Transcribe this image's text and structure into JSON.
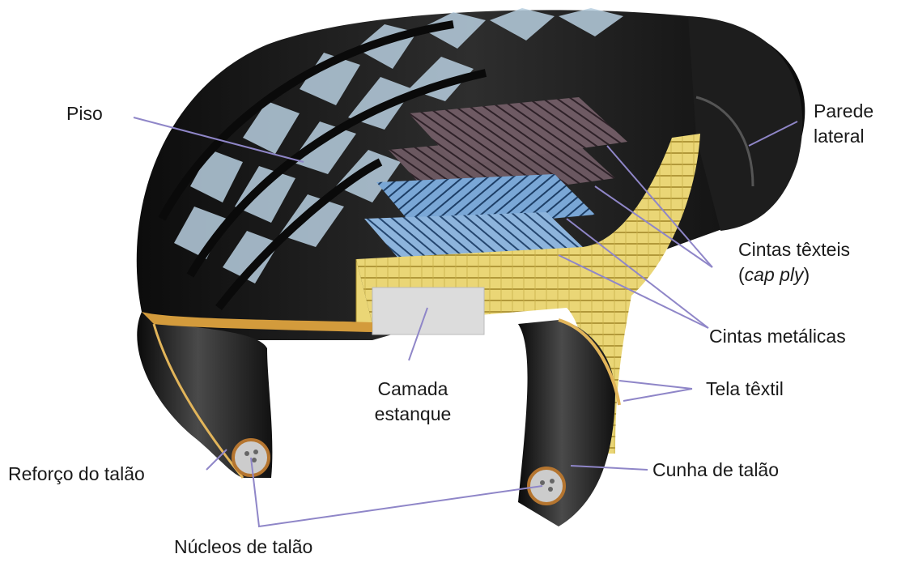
{
  "labels": {
    "piso": "Piso",
    "parede_lateral": [
      "Parede",
      "lateral"
    ],
    "cintas_texteis": "Cintas têxteis",
    "cap_ply_open": "(",
    "cap_ply": "cap ply",
    "cap_ply_close": ")",
    "cintas_metalicas": "Cintas metálicas",
    "tela_textil": "Tela têxtil",
    "camada_estanque": [
      "Camada",
      "estanque"
    ],
    "cunha_talao": "Cunha de talão",
    "reforco_talao": "Reforço do talão",
    "nucleos_talao": "Núcleos de talão"
  },
  "colors": {
    "rubber_dark": "#141414",
    "rubber_mid": "#3a3a3a",
    "tread_light": "#a9c4d8",
    "textile_belt": "#6e5a63",
    "steel_belt": "#5f8fc4",
    "ply_yellow": "#e9d473",
    "liner_gray": "#d9d9d9",
    "leader_line": "#8f86c8"
  }
}
